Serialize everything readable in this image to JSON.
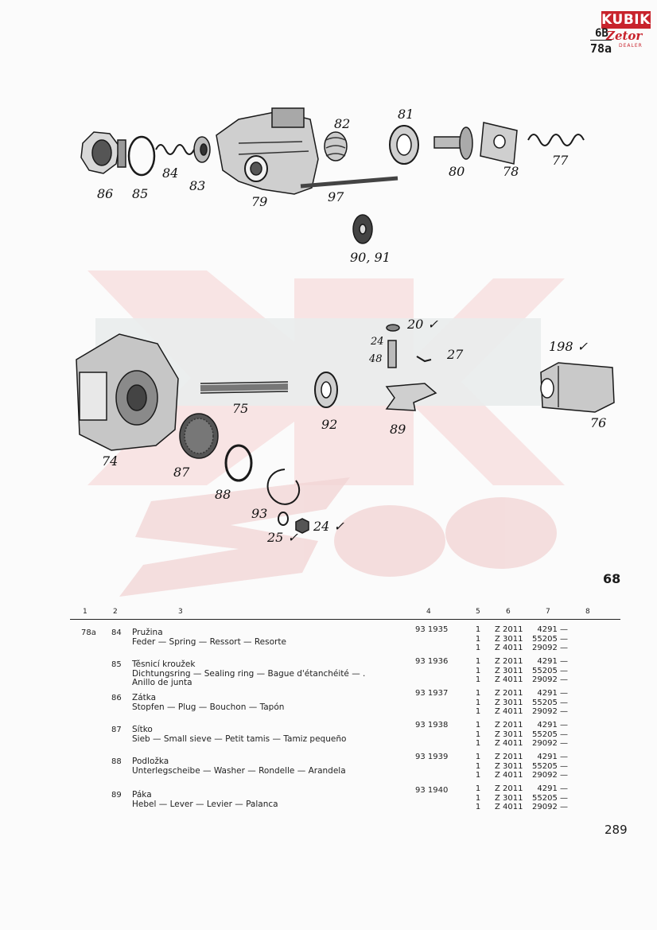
{
  "logo": {
    "brand": "KUBIK",
    "wordmark": "Zetor",
    "tagline": "DEALER"
  },
  "page_ref": {
    "top": "6B",
    "bottom": "78a"
  },
  "figure_number": "68",
  "page_number": "289",
  "callouts": {
    "c86": "86",
    "c85": "85",
    "c84": "84",
    "c83": "83",
    "c79": "79",
    "c82": "82",
    "c97": "97",
    "c81": "81",
    "c80": "80",
    "c78": "78",
    "c77": "77",
    "c9091": "90, 91",
    "c20": "20 ✓",
    "c24": "24",
    "c48": "48",
    "c27": "27",
    "c198": "198 ✓",
    "c75": "75",
    "c92": "92",
    "c89": "89",
    "c76": "76",
    "c74": "74",
    "c87": "87",
    "c88": "88",
    "c93": "93",
    "c25": "25 ✓",
    "c24b": "24 ✓"
  },
  "table": {
    "columns": [
      "1",
      "2",
      "3",
      "4",
      "5",
      "6",
      "7",
      "8"
    ],
    "group": "78a",
    "rows": [
      {
        "pos": "84",
        "name": "Pružina",
        "trans": [
          "Feder — Spring — Ressort — Resorte"
        ],
        "part": "93 1935",
        "qty": [
          "1",
          "1",
          "1"
        ],
        "models": [
          "Z 2011",
          "Z 3011",
          "Z 4011"
        ],
        "codes": [
          "4291 —",
          "55205 —",
          "29092 —"
        ]
      },
      {
        "pos": "85",
        "name": "Těsnicí kroužek",
        "trans": [
          "Dichtungsring — Sealing ring — Bague d'étanchéité — .",
          "Anillo de junta"
        ],
        "part": "93 1936",
        "qty": [
          "1",
          "1",
          "1"
        ],
        "models": [
          "Z 2011",
          "Z 3011",
          "Z 4011"
        ],
        "codes": [
          "4291 —",
          "55205 —",
          "29092 —"
        ]
      },
      {
        "pos": "86",
        "name": "Zátka",
        "trans": [
          "Stopfen — Plug — Bouchon — Tapón"
        ],
        "part": "93 1937",
        "qty": [
          "1",
          "1",
          "1"
        ],
        "models": [
          "Z 2011",
          "Z 3011",
          "Z 4011"
        ],
        "codes": [
          "4291 —",
          "55205 —",
          "29092 —"
        ]
      },
      {
        "pos": "87",
        "name": "Sítko",
        "trans": [
          "Sieb — Small sieve — Petit tamis — Tamiz pequeño"
        ],
        "part": "93 1938",
        "qty": [
          "1",
          "1",
          "1"
        ],
        "models": [
          "Z 2011",
          "Z 3011",
          "Z 4011"
        ],
        "codes": [
          "4291 —",
          "55205 —",
          "29092 —"
        ]
      },
      {
        "pos": "88",
        "name": "Podložka",
        "trans": [
          "Unterlegscheibe — Washer — Rondelle — Arandela"
        ],
        "part": "93 1939",
        "qty": [
          "1",
          "1",
          "1"
        ],
        "models": [
          "Z 2011",
          "Z 3011",
          "Z 4011"
        ],
        "codes": [
          "4291 —",
          "55205 —",
          "29092 —"
        ]
      },
      {
        "pos": "89",
        "name": "Páka",
        "trans": [
          "Hebel — Lever — Levier — Palanca"
        ],
        "part": "93 1940",
        "qty": [
          "1",
          "1",
          "1"
        ],
        "models": [
          "Z 2011",
          "Z 3011",
          "Z 4011"
        ],
        "codes": [
          "4291 —",
          "55205 —",
          "29092 —"
        ]
      }
    ]
  }
}
